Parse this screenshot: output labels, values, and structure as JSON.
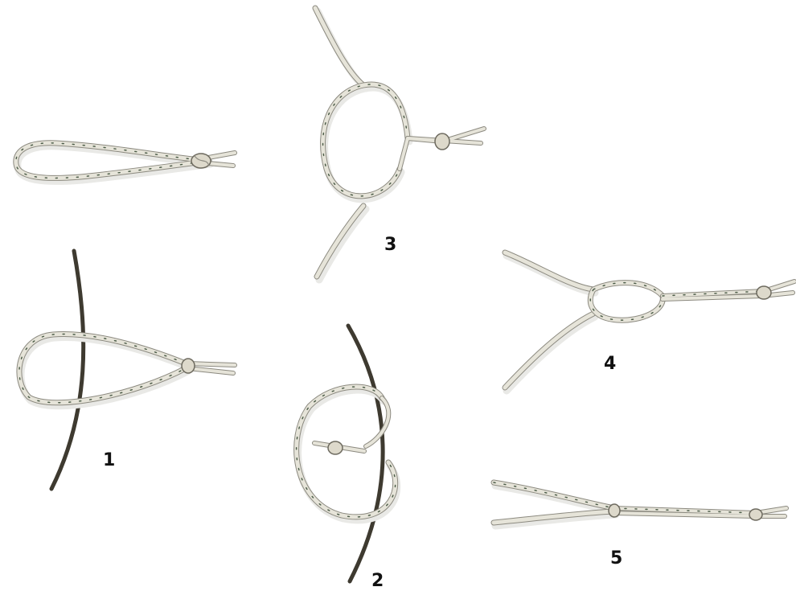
{
  "steps": [
    {
      "id": "loop",
      "label": ""
    },
    {
      "id": "step1",
      "label": "1"
    },
    {
      "id": "step2",
      "label": "2"
    },
    {
      "id": "step3",
      "label": "3"
    },
    {
      "id": "step4",
      "label": "4"
    },
    {
      "id": "step5",
      "label": "5"
    }
  ],
  "colors": {
    "rope_fill": "#e6e4d9",
    "rope_edge": "#8c8a80",
    "rope_fleck": "#4e5e4a",
    "main_line": "#3e3a30",
    "label": "#111111",
    "background": "#ffffff"
  }
}
